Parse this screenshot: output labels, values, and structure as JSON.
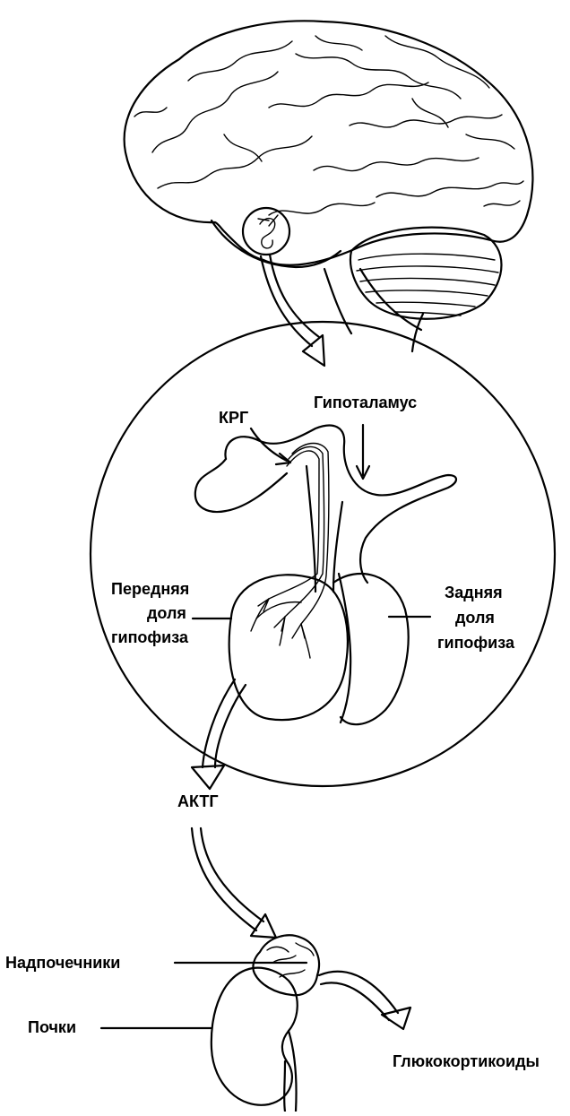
{
  "diagram": {
    "labels": {
      "crg": "КРГ",
      "hypothalamus": "Гипоталамус",
      "anterior_lobe": [
        "Передняя",
        "доля",
        "гипофиза"
      ],
      "posterior_lobe": [
        "Задняя",
        "доля",
        "гипофиза"
      ],
      "acth": "АКТГ",
      "adrenals": "Надпочечники",
      "kidneys": "Почки",
      "glucocorticoids": "Глюкокортикоиды"
    }
  }
}
